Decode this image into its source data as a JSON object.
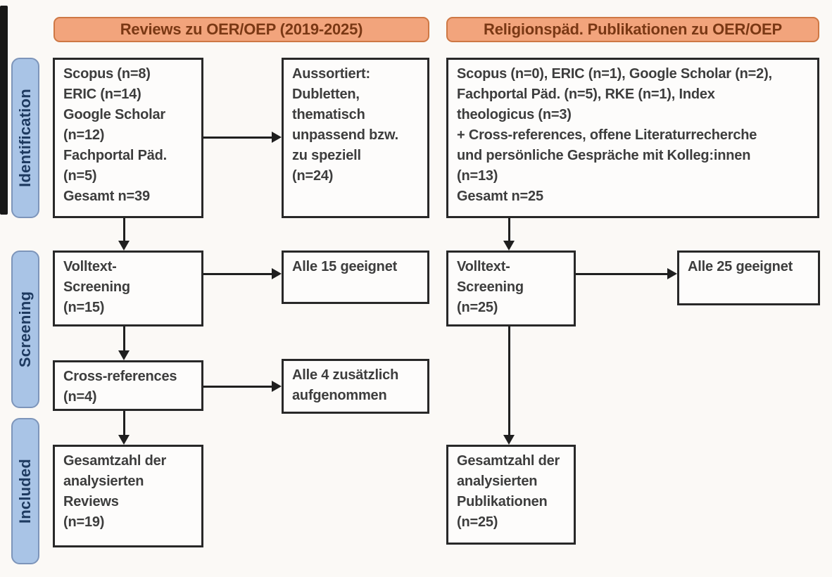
{
  "headers": [
    {
      "label": "Reviews zu OER/OEP (2019-2025)"
    },
    {
      "label": "Religionspäd. Publikationen zu OER/OEP"
    }
  ],
  "phases": [
    {
      "label": "Identification"
    },
    {
      "label": "Screening"
    },
    {
      "label": "Included"
    }
  ],
  "boxes": {
    "left_identification": {
      "lines": [
        "Scopus (n=8)",
        "ERIC (n=14)",
        "Google Scholar",
        "(n=12)",
        "Fachportal Päd.",
        "(n=5)",
        "Gesamt n=39"
      ]
    },
    "left_excluded": {
      "lines": [
        "Aussortiert:",
        "Dubletten,",
        "thematisch",
        "unpassend bzw.",
        "zu speziell",
        "(n=24)"
      ]
    },
    "left_fulltext": {
      "lines": [
        "Volltext-",
        "Screening",
        "(n=15)"
      ]
    },
    "left_fulltext_result": {
      "lines": [
        "Alle 15 geeignet"
      ]
    },
    "left_crossref": {
      "lines": [
        "Cross-references",
        "(n=4)"
      ]
    },
    "left_crossref_result": {
      "lines": [
        "Alle 4 zusätzlich",
        "aufgenommen"
      ]
    },
    "left_included": {
      "lines": [
        "Gesamtzahl der",
        "analysierten",
        "Reviews",
        "(n=19)"
      ]
    },
    "right_identification": {
      "lines": [
        "Scopus (n=0), ERIC (n=1), Google Scholar (n=2),",
        "Fachportal Päd. (n=5), RKE (n=1), Index",
        "theologicus (n=3)",
        "+ Cross-references, offene Literaturrecherche",
        "und persönliche Gespräche mit Kolleg:innen",
        "(n=13)",
        "Gesamt n=25"
      ]
    },
    "right_fulltext": {
      "lines": [
        "Volltext-",
        "Screening",
        "(n=25)"
      ]
    },
    "right_fulltext_result": {
      "lines": [
        "Alle 25 geeignet"
      ]
    },
    "right_included": {
      "lines": [
        "Gesamtzahl der",
        "analysierten",
        "Publikationen",
        "(n=25)"
      ]
    }
  },
  "colors": {
    "background": "#FBF9F6",
    "header_fill": "#F2A47C",
    "header_border": "#CE7845",
    "header_text": "#7A3814",
    "phase_fill": "#A9C4E6",
    "phase_border": "#7D95BA",
    "phase_text": "#1E3A60",
    "box_border": "#282828",
    "box_fill": "#FDFCFB",
    "box_text": "#3D3D3D",
    "arrow": "#1F1F1F",
    "artifact": "#181818"
  }
}
